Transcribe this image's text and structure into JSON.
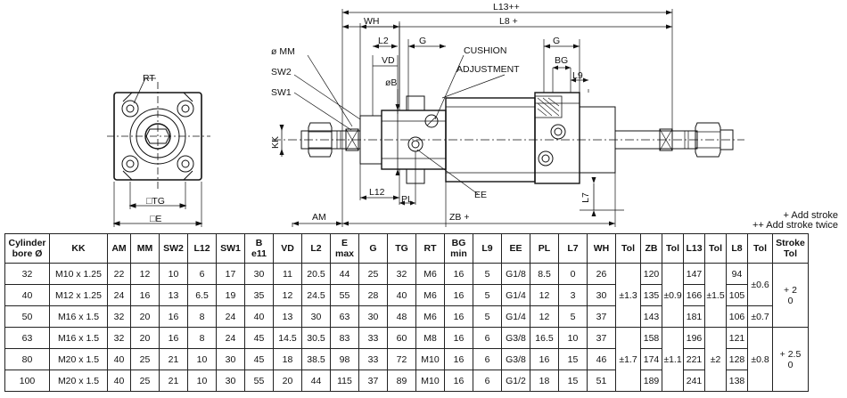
{
  "drawing": {
    "end_view_labels": {
      "rt": "RT",
      "tg": "□TG",
      "e": "□E"
    },
    "side_view_labels": {
      "l13": "L13++",
      "l8": "L8 +",
      "wh": "WH",
      "l2": "L2",
      "g_left": "G",
      "g_right": "G",
      "cushion": "CUSHION",
      "adjustment": "ADJUSTMENT",
      "vd": "VD",
      "bg": "BG",
      "l9": "L9",
      "mm": "ø MM",
      "sw2": "SW2",
      "sw1": "SW1",
      "b": "øB",
      "kk": "KK",
      "l12": "L12",
      "pl": "PL",
      "ee": "EE",
      "l7": "L7",
      "am": "AM",
      "zb": "ZB +"
    }
  },
  "notes": [
    "+ Add stroke",
    "++ Add stroke twice"
  ],
  "table": {
    "headers": [
      "Cylinder\nbore Ø",
      "KK",
      "AM",
      "MM",
      "SW2",
      "L12",
      "SW1",
      "B\ne11",
      "VD",
      "L2",
      "E\nmax",
      "G",
      "TG",
      "RT",
      "BG\nmin",
      "L9",
      "EE",
      "PL",
      "L7",
      "WH",
      "Tol",
      "ZB",
      "Tol",
      "L13",
      "Tol",
      "L8",
      "Tol",
      "Stroke\nTol"
    ],
    "rows": [
      [
        "32",
        "M10 x 1.25",
        "22",
        "12",
        "10",
        "6",
        "17",
        "30",
        "11",
        "20.5",
        "44",
        "25",
        "32",
        "M6",
        "16",
        "5",
        "G1/8",
        "8.5",
        "0",
        "26",
        "120",
        "147",
        "94"
      ],
      [
        "40",
        "M12 x 1.25",
        "24",
        "16",
        "13",
        "6.5",
        "19",
        "35",
        "12",
        "24.5",
        "55",
        "28",
        "40",
        "M6",
        "16",
        "5",
        "G1/4",
        "12",
        "3",
        "30",
        "135",
        "166",
        "105"
      ],
      [
        "50",
        "M16 x 1.5",
        "32",
        "20",
        "16",
        "8",
        "24",
        "40",
        "13",
        "30",
        "63",
        "30",
        "48",
        "M6",
        "16",
        "5",
        "G1/4",
        "12",
        "5",
        "37",
        "143",
        "181",
        "106"
      ],
      [
        "63",
        "M16 x 1.5",
        "32",
        "20",
        "16",
        "8",
        "24",
        "45",
        "14.5",
        "30.5",
        "83",
        "33",
        "60",
        "M8",
        "16",
        "6",
        "G3/8",
        "16.5",
        "10",
        "37",
        "158",
        "196",
        "121"
      ],
      [
        "80",
        "M20 x 1.5",
        "40",
        "25",
        "21",
        "10",
        "30",
        "45",
        "18",
        "38.5",
        "98",
        "33",
        "72",
        "M10",
        "16",
        "6",
        "G3/8",
        "16",
        "15",
        "46",
        "174",
        "221",
        "128"
      ],
      [
        "100",
        "M20 x 1.5",
        "40",
        "25",
        "21",
        "10",
        "30",
        "55",
        "20",
        "44",
        "115",
        "37",
        "89",
        "M10",
        "16",
        "6",
        "G1/2",
        "18",
        "15",
        "51",
        "189",
        "241",
        "138"
      ]
    ],
    "groups": [
      {
        "wh_tol": "±1.3",
        "zb_tol": "±0.9",
        "l13_tol": "±1.5",
        "l8_tol_a": "±0.6",
        "l8_tol_b": "±0.7",
        "stroke_tol": "+ 2\n0"
      },
      {
        "wh_tol": "±1.7",
        "zb_tol": "±1.1",
        "l13_tol": "±2",
        "l8_tol": "±0.8",
        "stroke_tol": "+ 2.5\n0"
      }
    ]
  }
}
